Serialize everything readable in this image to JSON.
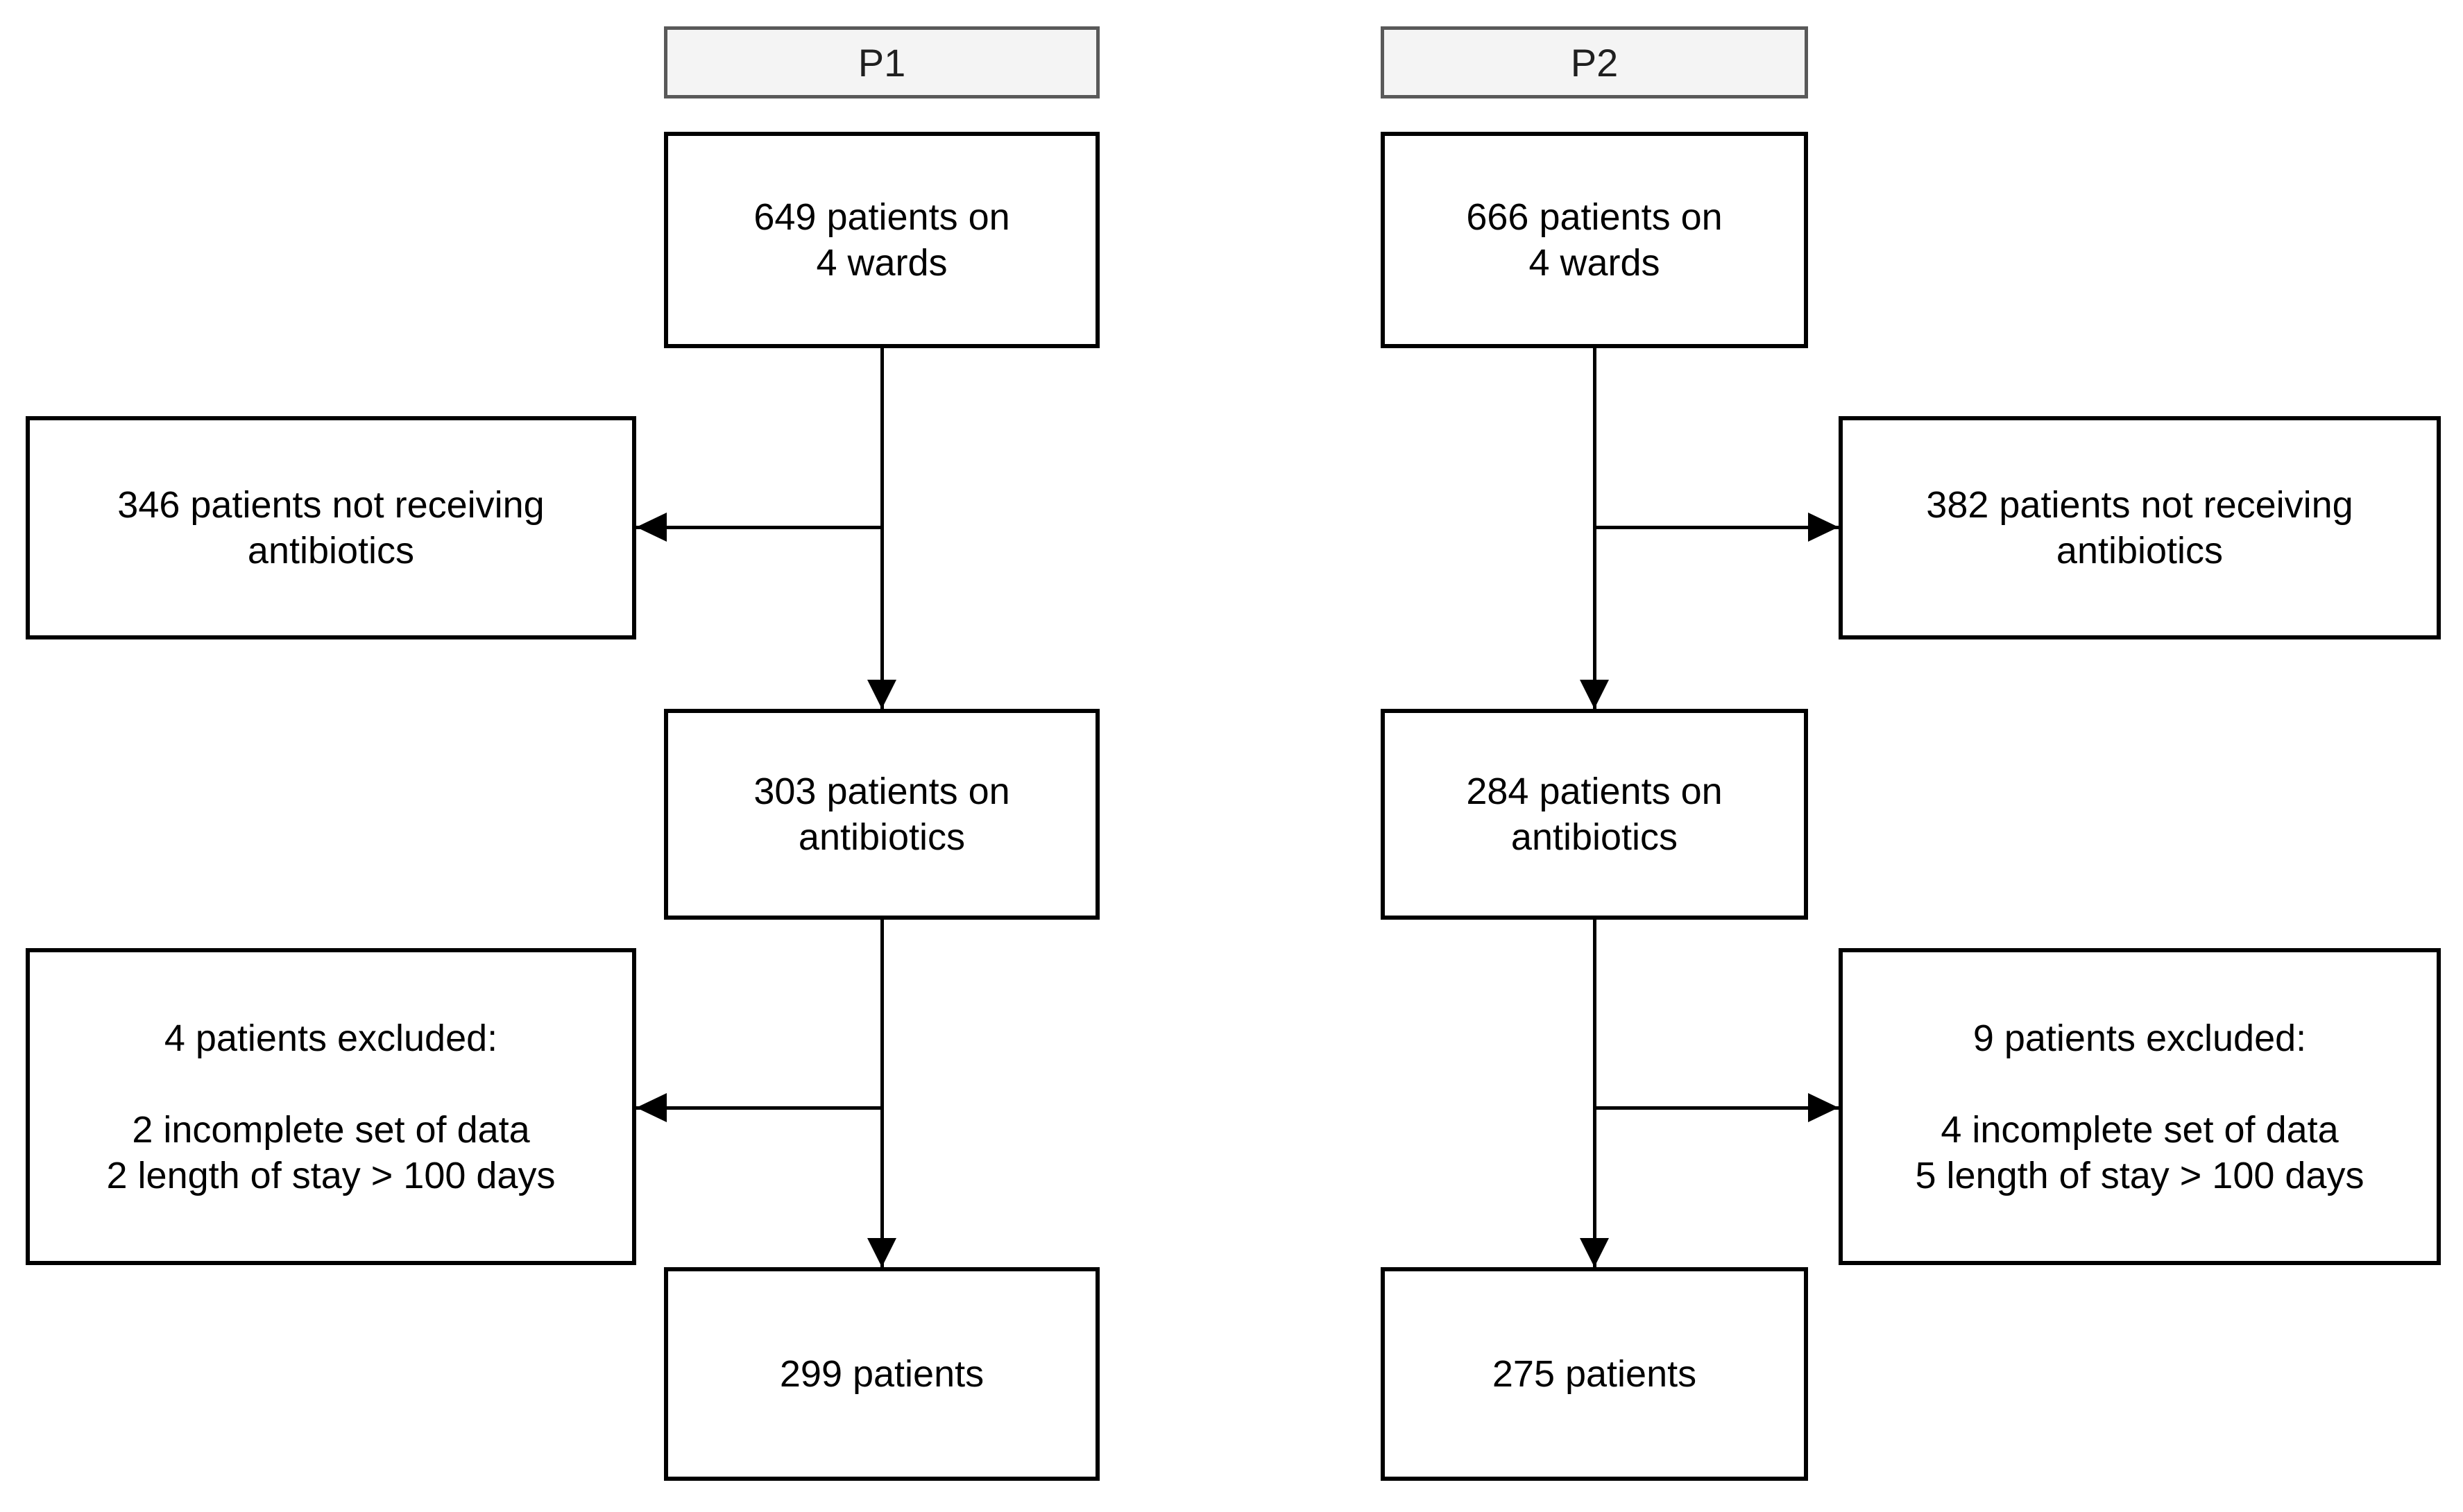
{
  "diagram": {
    "type": "patient-flow-diagram",
    "colors": {
      "background": "#ffffff",
      "box_border": "#000000",
      "box_fill": "#ffffff",
      "header_fill": "#f4f4f4",
      "header_border": "#595959",
      "text": "#000000",
      "connector": "#000000"
    },
    "columns": [
      {
        "header": "P1",
        "total": "649 patients on\n4 wards",
        "not_receiving": "346 patients not receiving\nantibiotics",
        "on_antibiotics": "303 patients on\nantibiotics",
        "excluded": "4 patients excluded:\n\n2 incomplete set of data\n2 length of stay > 100 days",
        "final": "299 patients"
      },
      {
        "header": "P2",
        "total": "666 patients on\n4 wards",
        "not_receiving": "382 patients not receiving\nantibiotics",
        "on_antibiotics": "284 patients on\nantibiotics",
        "excluded": "9 patients excluded:\n\n4 incomplete set of data\n5 length of stay > 100 days",
        "final": "275 patients"
      }
    ]
  }
}
